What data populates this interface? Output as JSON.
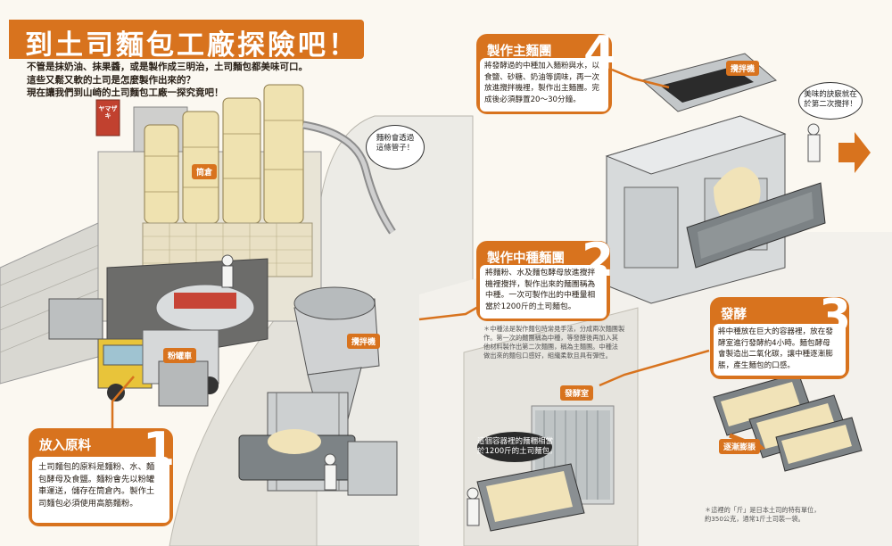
{
  "title": "到土司麵包工廠探險吧！",
  "intro": [
    "不管是抹奶油、抹果醬，或是製作成三明治，土司麵包都美味可口。",
    "這些又鬆又軟的土司是怎麼製作出來的？",
    "現在讓我們到山崎的土司麵包工廠一探究竟吧！"
  ],
  "steps": [
    {
      "number": "1",
      "title": "放入原料",
      "lines": [
        "土司麵包的原料是麵粉、水、麵",
        "包酵母及食鹽。麵粉會先以粉罐",
        "車運送，儲存在筒倉內。製作土",
        "司麵包必須使用高筋麵粉。"
      ]
    },
    {
      "number": "2",
      "title": "製作中種麵團",
      "lines": [
        "將麵粉、水及麵包酵母放進攪拌",
        "機裡攪拌，製作出來的麵團稱為",
        "中種。一次可製作出的中種量相",
        "當於1200斤的土司麵包。"
      ]
    },
    {
      "number": "3",
      "title": "發酵",
      "lines": [
        "將中種放在巨大的容器裡，放在發",
        "酵室進行發酵約4小時。麵包酵母",
        "會製造出二氧化碳，讓中種逐漸膨",
        "脹，產生麵包的口感。"
      ]
    },
    {
      "number": "4",
      "title": "製作主麵團",
      "lines": [
        "將發酵過的中種加入麵粉與水，以",
        "食鹽、砂糖、奶油等調味，再一次",
        "放進攪拌機裡，製作出主麵團。完",
        "成後必須靜置20～30分鐘。"
      ]
    }
  ],
  "labels": {
    "silo": "筒倉",
    "truck": "粉罐車",
    "mixer1": "攪拌機",
    "mixer2": "攪拌機",
    "ferment_room": "發酵室",
    "expanding": "逐漸膨脹",
    "truck_logo": "ヤマザキ"
  },
  "bubbles": {
    "pipe": [
      "麵粉會透過",
      "這條管子！"
    ],
    "container": [
      "這個容器裡的麵糰相當",
      "於1200斤的土司麵包。"
    ],
    "secret": [
      "美味的訣竅就在",
      "於第二次攪拌！"
    ]
  },
  "notes": {
    "method": [
      "＊中種法是製作麵包時常見手法，分成兩次麵團製",
      "作。第一次的麵團稱為中種，等發酵後再加入其",
      "他材料製作出第二次麵團，稱為主麵團。中種法",
      "做出來的麵包口感好，組織柔軟且具有彈性。"
    ],
    "unit": [
      "＊這裡的「斤」是日本土司的特有單位，",
      "約350公克，通常1斤土司裝一袋。"
    ]
  },
  "colors": {
    "accent": "#d8731e",
    "wall": "#e9e6de",
    "machine": "#cfd3d4",
    "dough": "#f1e3b8",
    "silo": "#efe2b0"
  }
}
